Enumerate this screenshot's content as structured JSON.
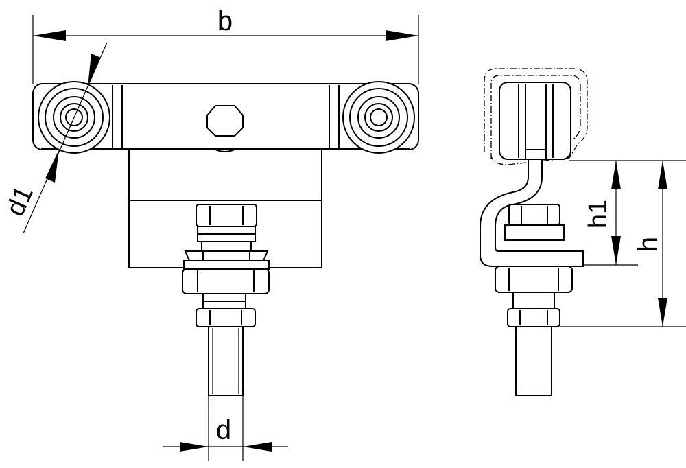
{
  "labels": {
    "width": "b",
    "roller_diameter": "d1",
    "thread_diameter": "d",
    "height_total": "h",
    "height_partial": "h1"
  }
}
